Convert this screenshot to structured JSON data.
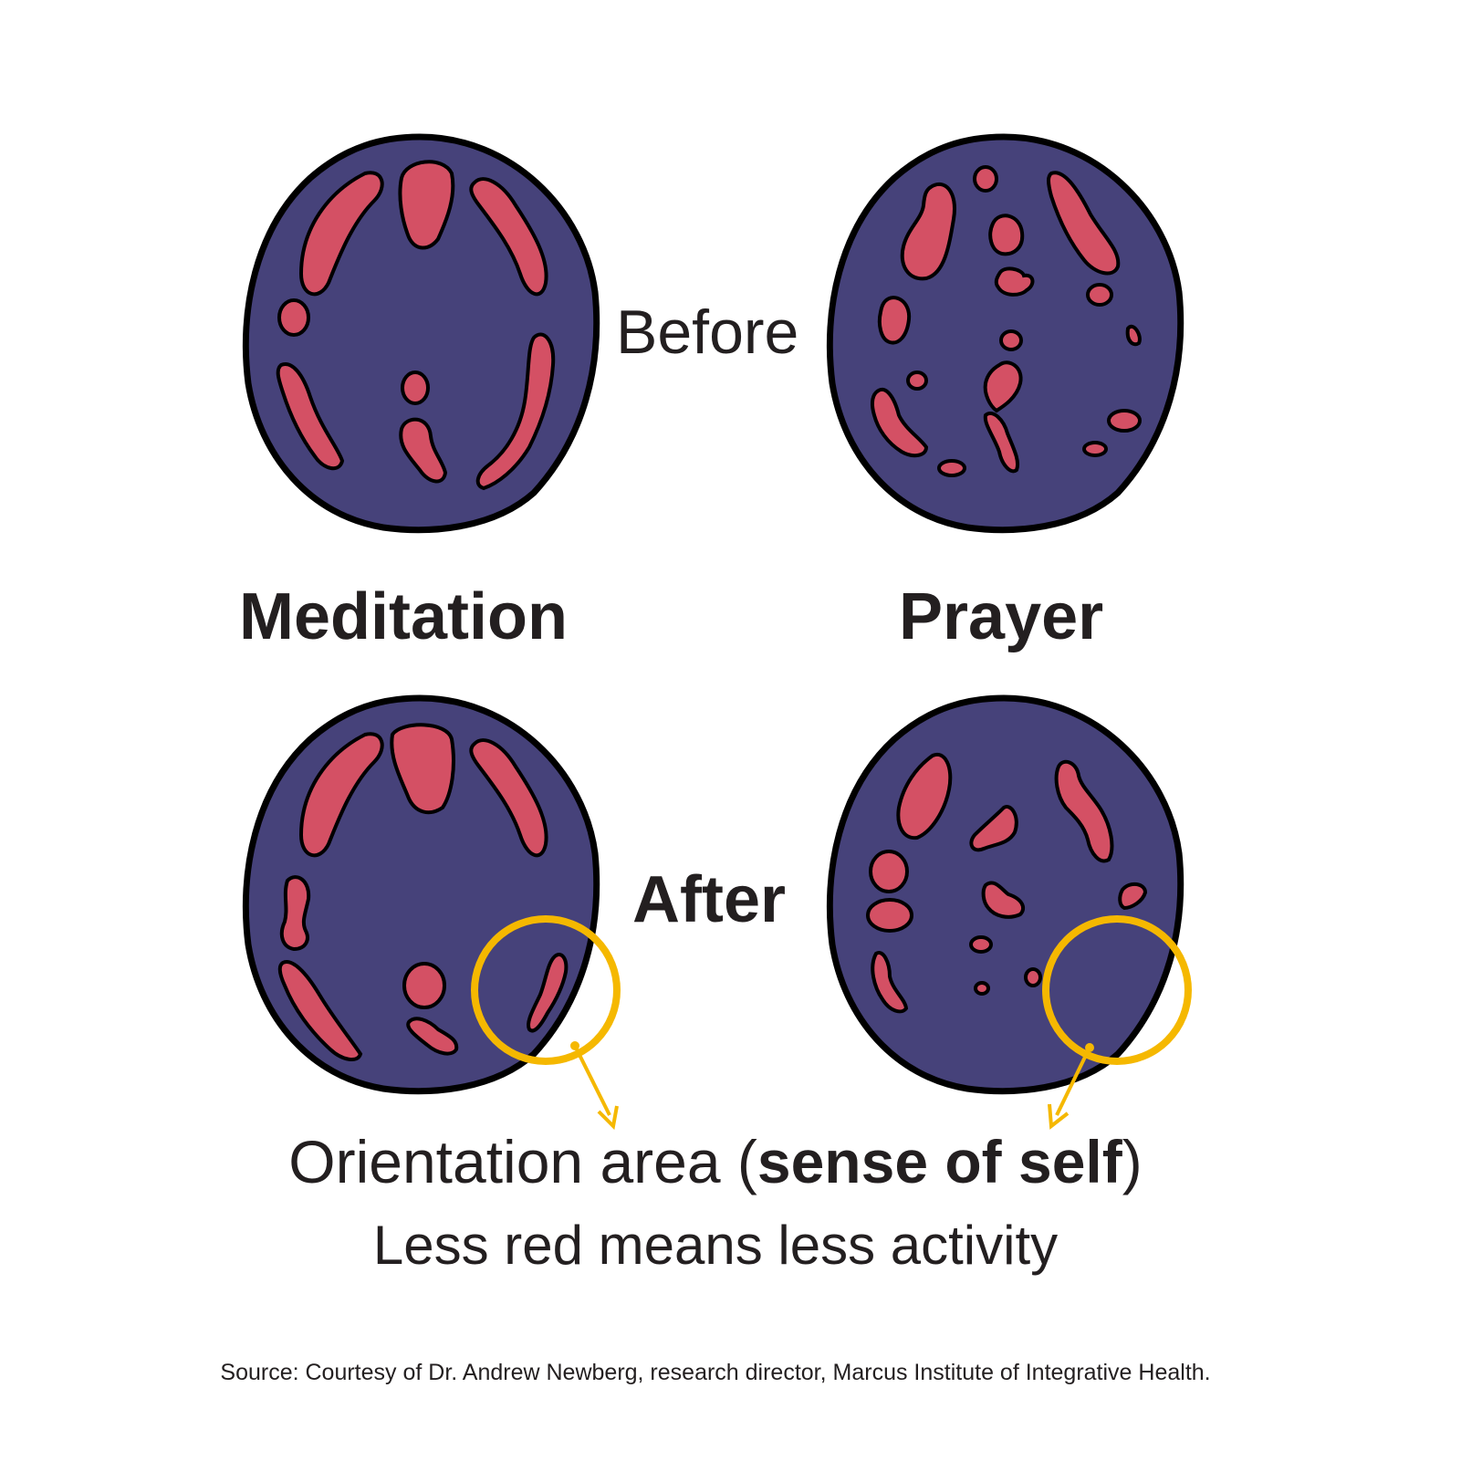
{
  "labels": {
    "before": "Before",
    "after": "After",
    "meditation": "Meditation",
    "prayer": "Prayer"
  },
  "caption": {
    "orientation_prefix": "Orientation area (",
    "orientation_bold": "sense of self",
    "orientation_suffix": ")",
    "subtitle": "Less red means less activity"
  },
  "source": "Source: Courtesy of Dr. Andrew Newberg, research director, Marcus Institute of Integrative Health.",
  "colors": {
    "brain": "#46427a",
    "activity": "#d45064",
    "outline": "#000000",
    "highlight": "#f5b800",
    "text": "#231f20"
  },
  "scans": [
    {
      "name": "meditation-before",
      "activity_level": "high"
    },
    {
      "name": "prayer-before",
      "activity_level": "high"
    },
    {
      "name": "meditation-after",
      "activity_level": "reduced in orientation area"
    },
    {
      "name": "prayer-after",
      "activity_level": "reduced in orientation area"
    }
  ]
}
